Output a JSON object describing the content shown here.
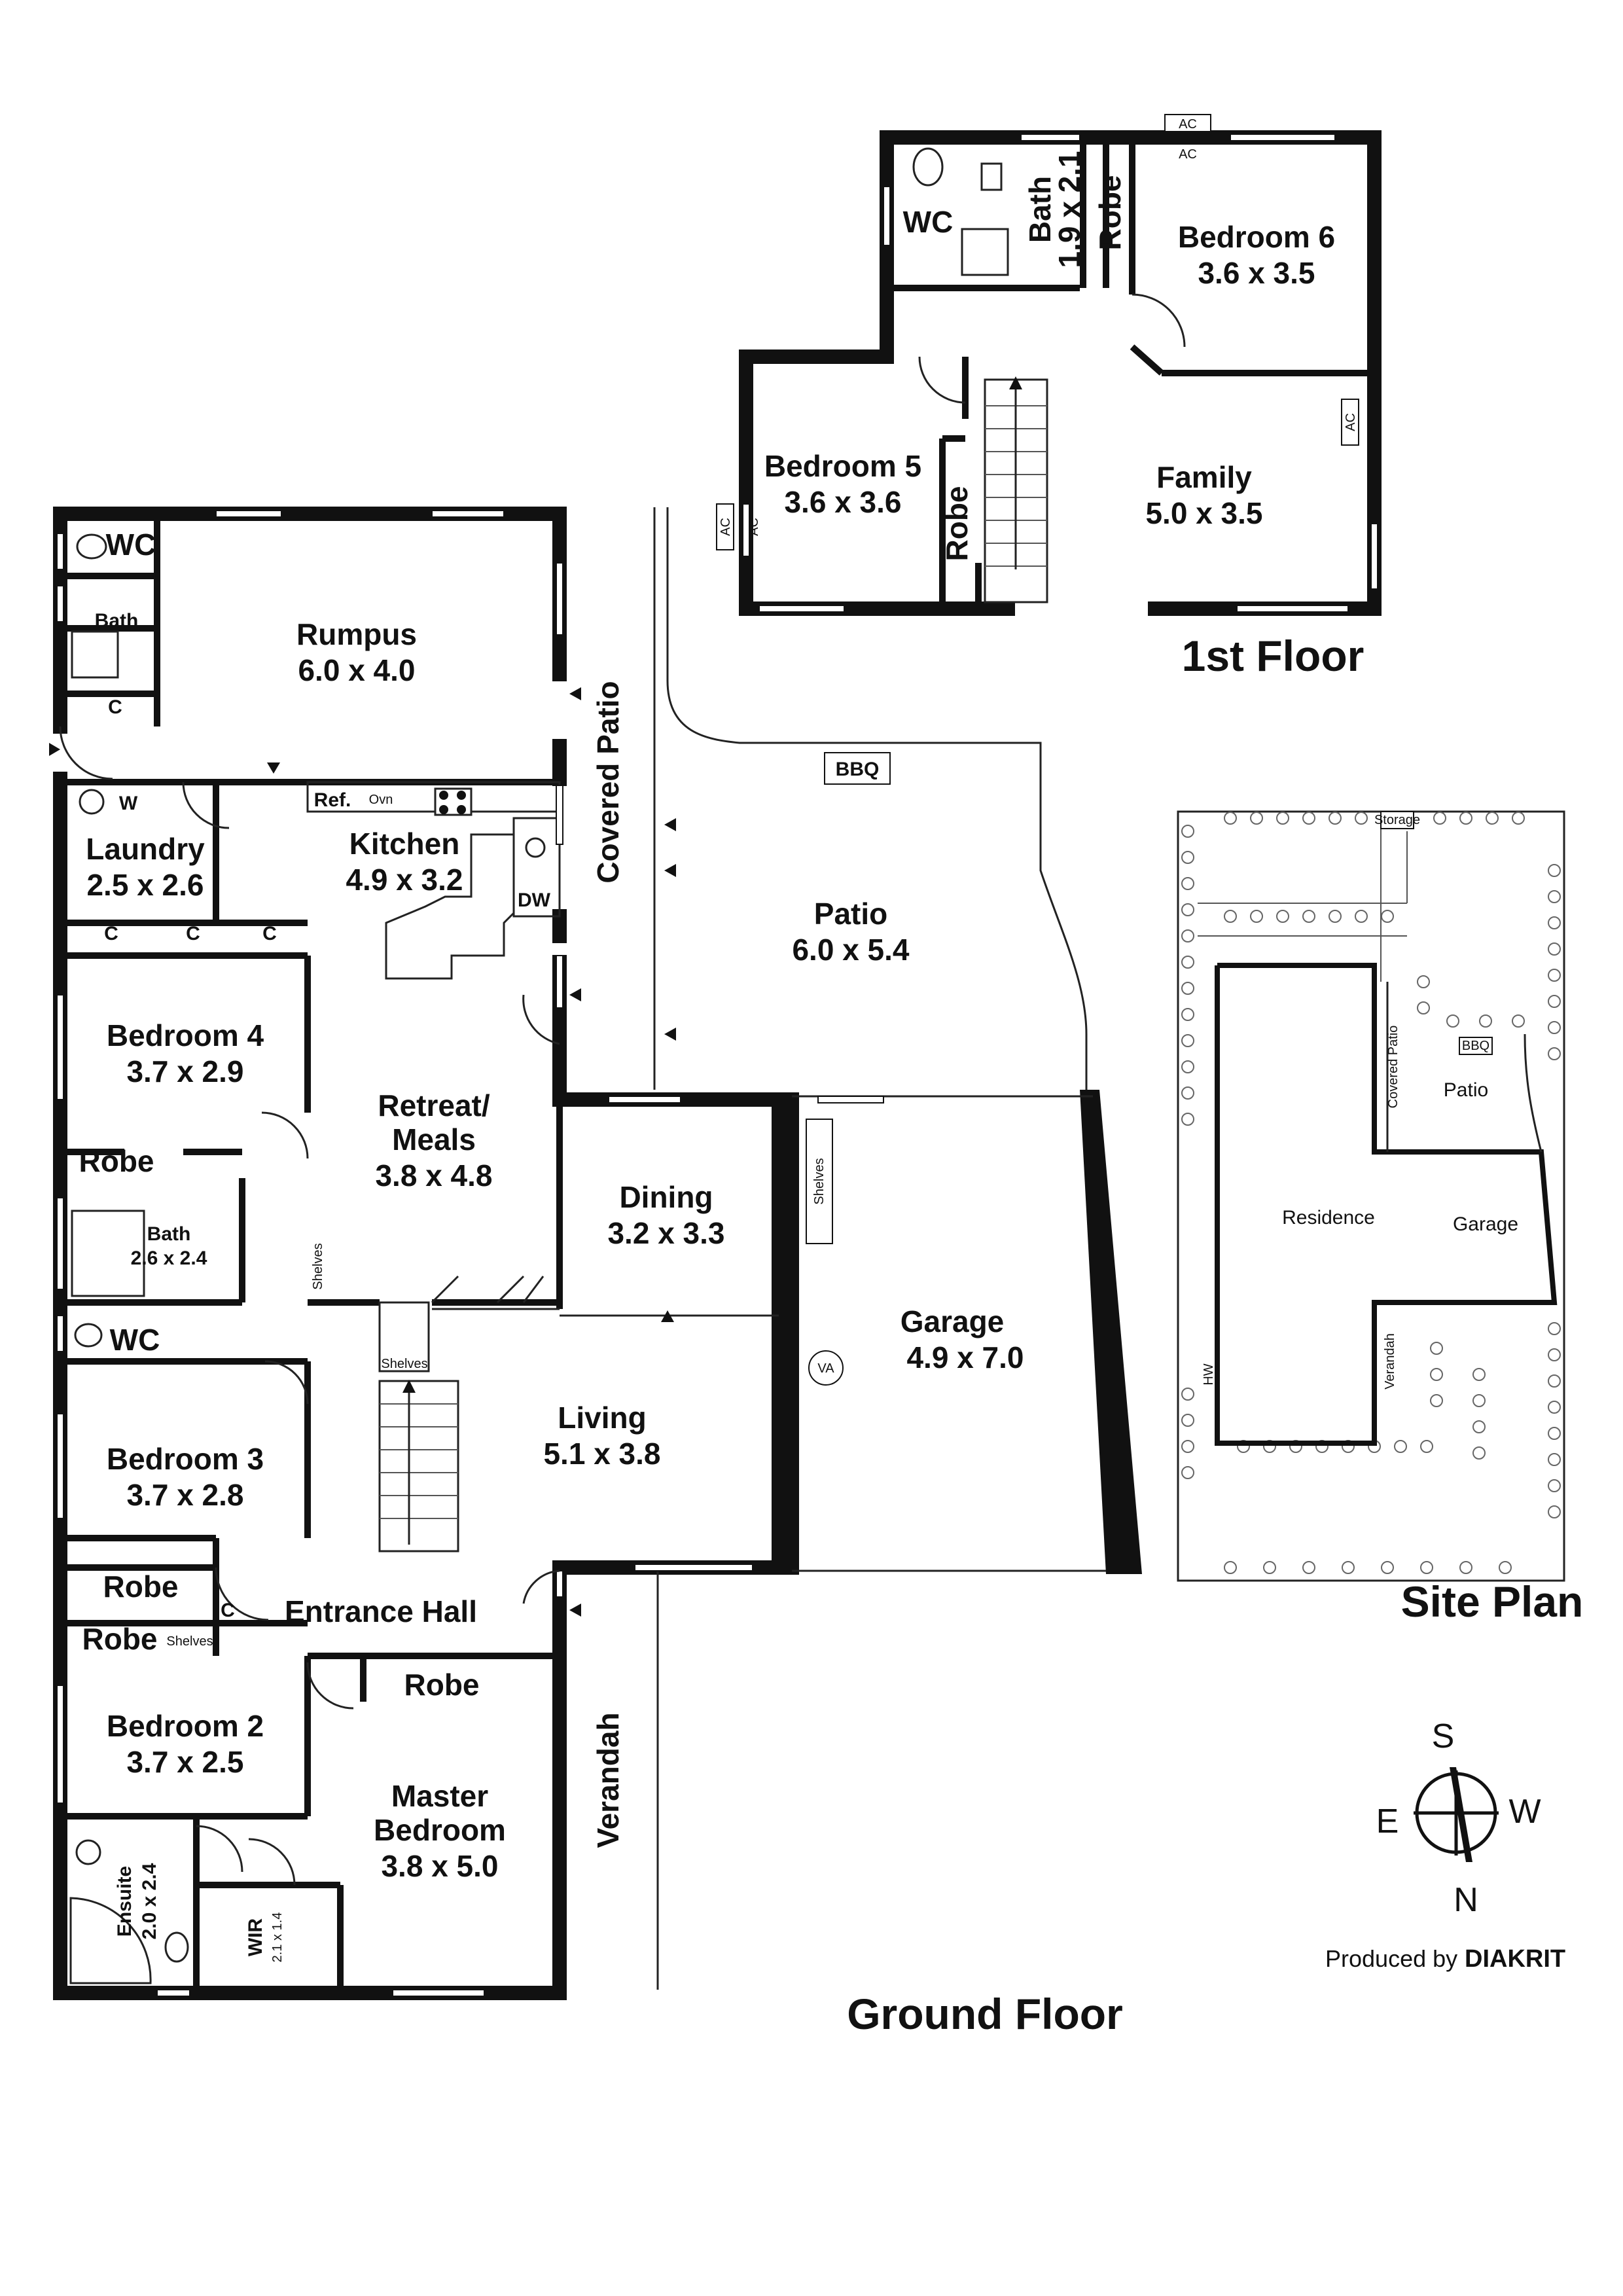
{
  "titles": {
    "first_floor": "1st Floor",
    "ground_floor": "Ground Floor",
    "site_plan": "Site Plan"
  },
  "rooms": {
    "wc_1": "WC",
    "bath_1_name": "Bath",
    "bath_1_dim": "1.9 x 2.1",
    "robe_1": "Robe",
    "bedroom6_name": "Bedroom 6",
    "bedroom6_dim": "3.6 x 3.5",
    "bedroom5_name": "Bedroom 5",
    "bedroom5_dim": "3.6 x 3.6",
    "robe_5": "Robe",
    "family_name": "Family",
    "family_dim": "5.0 x 3.5",
    "wc_g1": "WC",
    "bath_g1": "Bath",
    "c_g1": "C",
    "rumpus_name": "Rumpus",
    "rumpus_dim": "6.0 x 4.0",
    "covered_patio": "Covered Patio",
    "bbq": "BBQ",
    "patio_name": "Patio",
    "patio_dim": "6.0 x 5.4",
    "w": "W",
    "laundry_name": "Laundry",
    "laundry_dim": "2.5 x 2.6",
    "c": "C",
    "ref": "Ref.",
    "ovn": "Ovn",
    "kitchen_name": "Kitchen",
    "kitchen_dim": "4.9 x 3.2",
    "dw": "DW",
    "bedroom4_name": "Bedroom 4",
    "bedroom4_dim": "3.7 x 2.9",
    "robe_4": "Robe",
    "bath_g2_name": "Bath",
    "bath_g2_dim": "2.6 x 2.4",
    "retreat_name_1": "Retreat/",
    "retreat_name_2": "Meals",
    "retreat_dim": "3.8 x 4.8",
    "shelves": "Shelves",
    "dining_name": "Dining",
    "dining_dim": "3.2 x 3.3",
    "garage_name": "Garage",
    "garage_dim": "4.9 x 7.0",
    "va": "VA",
    "wc_g2": "WC",
    "bedroom3_name": "Bedroom 3",
    "bedroom3_dim": "3.7 x 2.8",
    "robe_3": "Robe",
    "living_name": "Living",
    "living_dim": "5.1 x 3.8",
    "entrance_hall": "Entrance Hall",
    "robe_2": "Robe",
    "bedroom2_name": "Bedroom 2",
    "bedroom2_dim": "3.7 x 2.5",
    "robe_master": "Robe",
    "master_name_1": "Master",
    "master_name_2": "Bedroom",
    "master_dim": "3.8 x 5.0",
    "verandah": "Verandah",
    "ensuite_name": "Ensuite",
    "ensuite_dim": "2.0 x 2.4",
    "wir_name": "WIR",
    "wir_dim": "2.1 x 1.4",
    "ac": "AC"
  },
  "site": {
    "storage": "Storage",
    "covered_patio": "Covered Patio",
    "bbq": "BBQ",
    "patio": "Patio",
    "residence": "Residence",
    "garage": "Garage",
    "verandah": "Verandah",
    "hw": "HW"
  },
  "compass": {
    "s": "S",
    "w": "W",
    "e": "E",
    "n": "N"
  },
  "credit": {
    "prefix": "Produced by",
    "brand": "DIAKRIT"
  }
}
